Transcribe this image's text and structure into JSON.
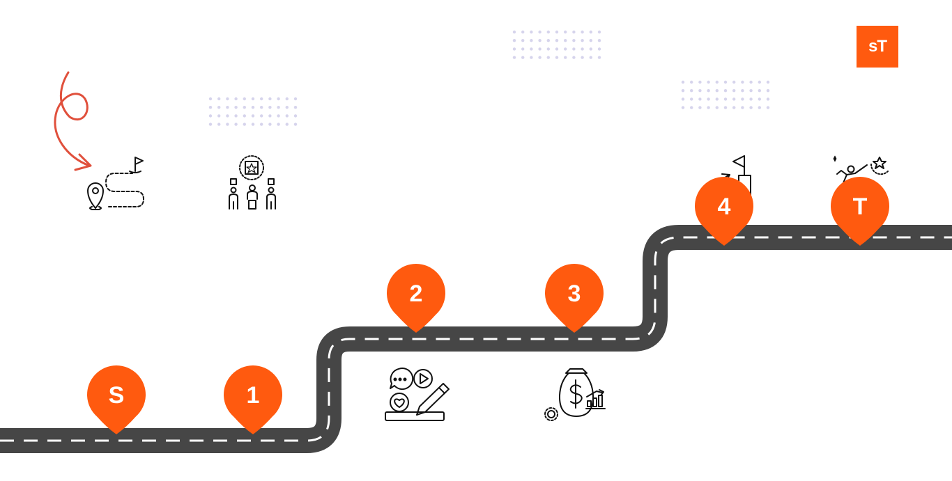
{
  "logo": {
    "text": "sT"
  },
  "colors": {
    "accent": "#ff5a0f",
    "road": "#464646",
    "dash": "#ffffff",
    "dots": "#d6d4ec",
    "arrow": "#e0503c",
    "icon": "#111111"
  },
  "milestones": [
    {
      "label": "S",
      "icon": "route-map-icon"
    },
    {
      "label": "1",
      "icon": "team-award-icon"
    },
    {
      "label": "2",
      "icon": "content-creation-icon"
    },
    {
      "label": "3",
      "icon": "money-growth-icon"
    },
    {
      "label": "4",
      "icon": "stairs-flag-icon"
    },
    {
      "label": "T",
      "icon": "reach-star-icon"
    }
  ]
}
